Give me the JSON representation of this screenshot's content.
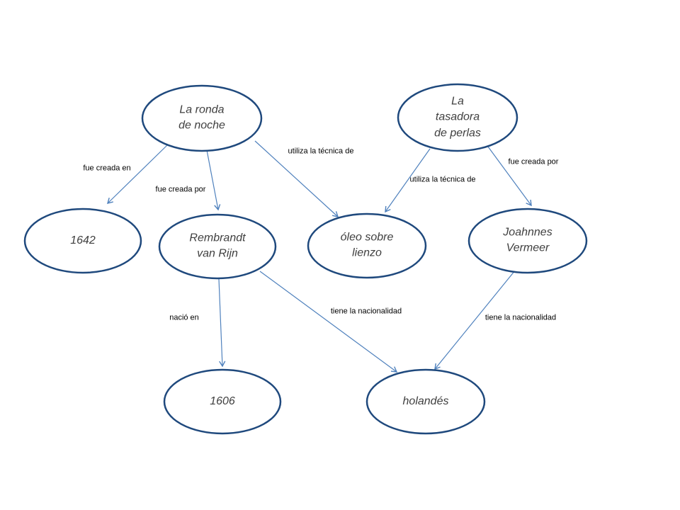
{
  "diagram": {
    "type": "concept-graph",
    "language": "es",
    "colors": {
      "background": "#ffffff",
      "node_fill": "#ffffff",
      "node_stroke": "#1f497d",
      "edge": "#4f81bd",
      "node_text": "#3f3f3f",
      "edge_text": "#000000"
    },
    "nodes": [
      {
        "id": "la-ronda-de-noche",
        "label": "La ronda\nde noche"
      },
      {
        "id": "la-tasadora-de-perlas",
        "label": "La\ntasadora\nde perlas"
      },
      {
        "id": "1642",
        "label": "1642"
      },
      {
        "id": "rembrandt-van-rijn",
        "label": "Rembrandt\nvan Rijn"
      },
      {
        "id": "oleo-sobre-lienzo",
        "label": "óleo sobre\nlienzo"
      },
      {
        "id": "joahnnes-vermeer",
        "label": "Joahnnes\nVermeer"
      },
      {
        "id": "1606",
        "label": "1606"
      },
      {
        "id": "holandes",
        "label": "holandés"
      }
    ],
    "edges": [
      {
        "from": "la-ronda-de-noche",
        "to": "1642",
        "label": "fue creada en"
      },
      {
        "from": "la-ronda-de-noche",
        "to": "rembrandt-van-rijn",
        "label": "fue creada por"
      },
      {
        "from": "la-ronda-de-noche",
        "to": "oleo-sobre-lienzo",
        "label": "utiliza la técnica de"
      },
      {
        "from": "la-tasadora-de-perlas",
        "to": "oleo-sobre-lienzo",
        "label": "utiliza la técnica de"
      },
      {
        "from": "la-tasadora-de-perlas",
        "to": "joahnnes-vermeer",
        "label": "fue creada por"
      },
      {
        "from": "rembrandt-van-rijn",
        "to": "1606",
        "label": "nació en"
      },
      {
        "from": "rembrandt-van-rijn",
        "to": "holandes",
        "label": "tiene la nacionalidad"
      },
      {
        "from": "joahnnes-vermeer",
        "to": "holandes",
        "label": "tiene la nacionalidad"
      }
    ]
  }
}
